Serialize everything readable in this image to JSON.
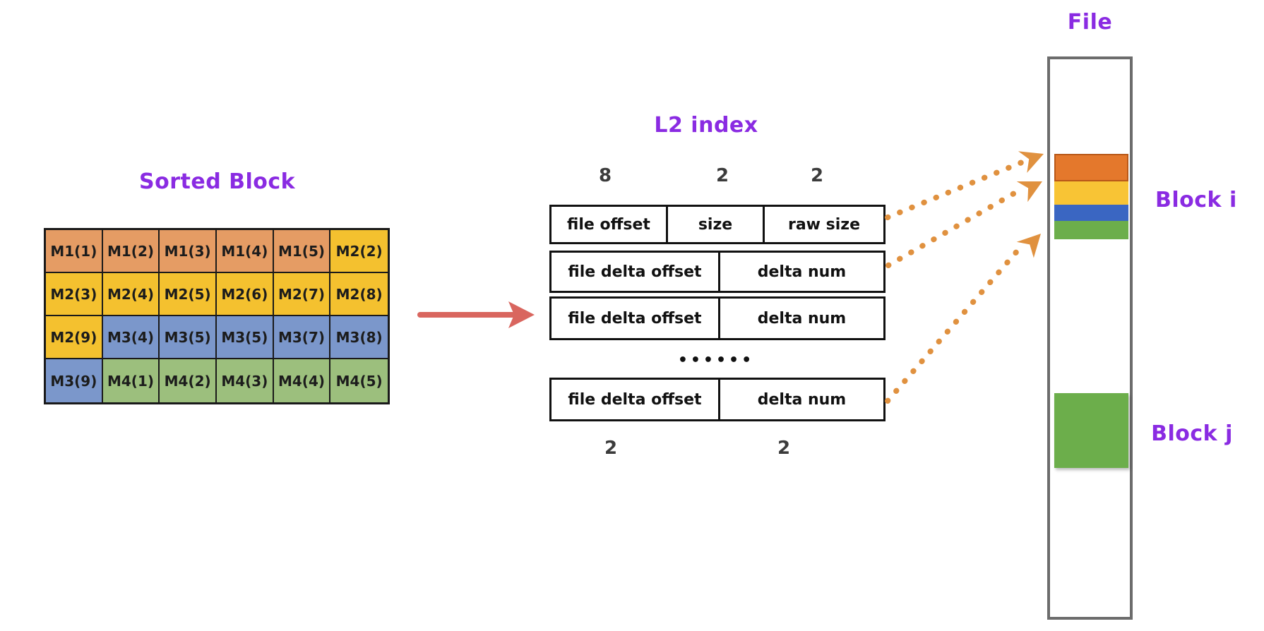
{
  "titles": {
    "sorted_block": "Sorted Block",
    "l2_index": "L2 index",
    "file": "File",
    "block_i": "Block i",
    "block_j": "Block j"
  },
  "colors": {
    "title_purple": "#8A2BE2",
    "number_gray": "#3B3B3B",
    "cell": {
      "orange": "#E59C64",
      "yellow": "#F4C12F",
      "blue": "#7B97CB",
      "green": "#9CBF7D"
    },
    "file_segments": {
      "orange": "#E4782C",
      "orange_border": "#B85818",
      "yellow": "#F8C435",
      "blue": "#3A66C2",
      "green": "#6CAE4B"
    },
    "arrow_red": "#D9665F",
    "arrow_orange": "#E0913F",
    "file_border_gray": "#6C6C6C"
  },
  "sorted_block": {
    "rows": [
      [
        {
          "label": "M1(1)",
          "color": "orange"
        },
        {
          "label": "M1(2)",
          "color": "orange"
        },
        {
          "label": "M1(3)",
          "color": "orange"
        },
        {
          "label": "M1(4)",
          "color": "orange"
        },
        {
          "label": "M1(5)",
          "color": "orange"
        },
        {
          "label": "M2(2)",
          "color": "yellow"
        }
      ],
      [
        {
          "label": "M2(3)",
          "color": "yellow"
        },
        {
          "label": "M2(4)",
          "color": "yellow"
        },
        {
          "label": "M2(5)",
          "color": "yellow"
        },
        {
          "label": "M2(6)",
          "color": "yellow"
        },
        {
          "label": "M2(7)",
          "color": "yellow"
        },
        {
          "label": "M2(8)",
          "color": "yellow"
        }
      ],
      [
        {
          "label": "M2(9)",
          "color": "yellow"
        },
        {
          "label": "M3(4)",
          "color": "blue"
        },
        {
          "label": "M3(5)",
          "color": "blue"
        },
        {
          "label": "M3(5)",
          "color": "blue"
        },
        {
          "label": "M3(7)",
          "color": "blue"
        },
        {
          "label": "M3(8)",
          "color": "blue"
        }
      ],
      [
        {
          "label": "M3(9)",
          "color": "blue"
        },
        {
          "label": "M4(1)",
          "color": "green"
        },
        {
          "label": "M4(2)",
          "color": "green"
        },
        {
          "label": "M4(3)",
          "color": "green"
        },
        {
          "label": "M4(4)",
          "color": "green"
        },
        {
          "label": "M4(5)",
          "color": "green"
        }
      ]
    ]
  },
  "l2_index": {
    "top_sizes": [
      "8",
      "2",
      "2"
    ],
    "rows": [
      [
        "file offset",
        "size",
        "raw size"
      ],
      [
        "file delta offset",
        "delta num"
      ],
      [
        "file delta offset",
        "delta num"
      ],
      [
        "file delta offset",
        "delta num"
      ]
    ],
    "ellipsis": "••••••",
    "bottom_sizes": [
      "2",
      "2"
    ]
  },
  "file": {
    "block_i_segments": [
      {
        "name": "orange",
        "height": 39
      },
      {
        "name": "yellow",
        "height": 33
      },
      {
        "name": "blue",
        "height": 23
      },
      {
        "name": "green",
        "height": 26
      }
    ]
  }
}
